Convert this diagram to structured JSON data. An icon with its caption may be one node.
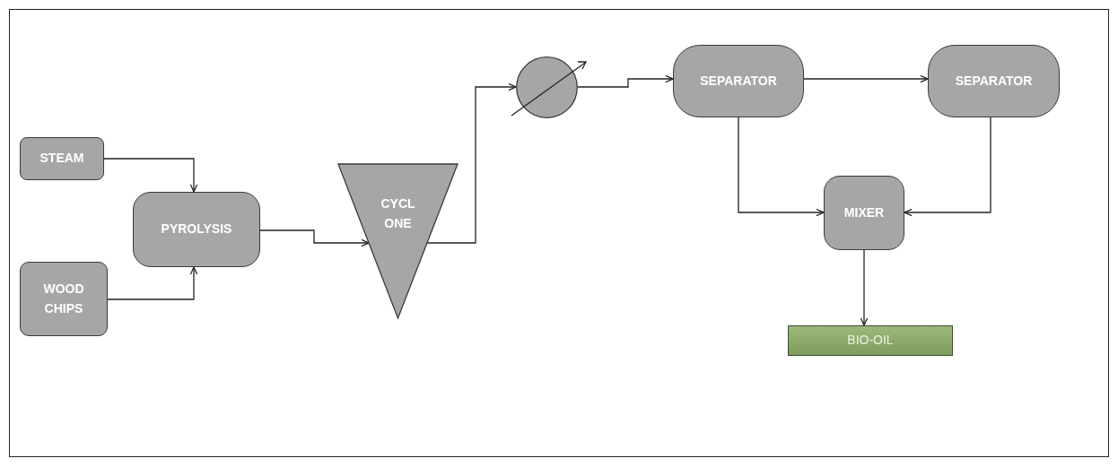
{
  "diagram": {
    "nodes": [
      {
        "text": [
          "STEAM"
        ]
      },
      {
        "text": [
          "WOOD CHIPS"
        ]
      },
      {
        "text": [
          "PYROLYSIS"
        ]
      },
      {
        "text": [
          "CYCL ONE"
        ]
      },
      {
        "text": [],
        "shape": "circle"
      },
      {
        "text": [
          "SEPARATOR"
        ]
      },
      {
        "text": [
          "SEPARATOR"
        ]
      },
      {
        "text": [
          "MIXER"
        ]
      },
      {
        "text": [
          "BIO-OIL"
        ]
      }
    ],
    "edges": [
      {
        "from": 0,
        "to": 2,
        "arrow": "to"
      },
      {
        "from": 1,
        "to": 2,
        "arrow": "to"
      },
      {
        "from": 2,
        "to": 3,
        "arrow": "to"
      },
      {
        "from": 3,
        "to": 4,
        "arrow": "to"
      },
      {
        "from": 4,
        "to": 5,
        "arrow": "to"
      },
      {
        "from": 5,
        "to": 6,
        "arrow": "to"
      },
      {
        "from": 5,
        "to": 7,
        "arrow": "to"
      },
      {
        "from": 6,
        "to": 7,
        "arrow": "to"
      },
      {
        "from": 7,
        "to": 8,
        "arrow": "to"
      }
    ]
  }
}
